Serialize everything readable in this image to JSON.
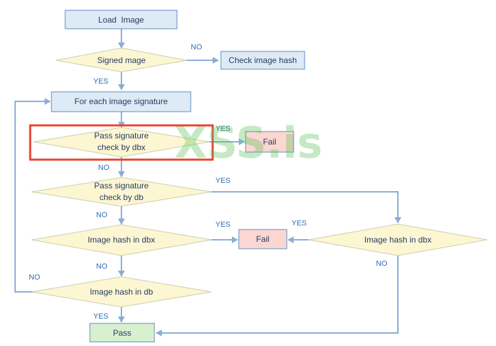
{
  "nodes": {
    "load_image": "Load  Image",
    "signed_image": "Signed mage",
    "check_image_hash": "Check image hash",
    "for_each_signature": "For each image signature",
    "pass_sig_dbx_line1": "Pass signature",
    "pass_sig_dbx_line2": "check by dbx",
    "fail_top": "Fail",
    "pass_sig_db_line1": "Pass signature",
    "pass_sig_db_line2": "check by db",
    "image_hash_dbx_left": "Image hash in dbx",
    "fail_mid": "Fail",
    "image_hash_dbx_right": "Image hash in dbx",
    "image_hash_db": "Image hash in db",
    "pass": "Pass"
  },
  "edge_labels": {
    "signed_no": "NO",
    "signed_yes": "YES",
    "dbx_yes": "YES",
    "dbx_no": "NO",
    "db_yes": "YES",
    "db_no": "NO",
    "hashdbx_left_yes": "YES",
    "hashdbx_left_no": "NO",
    "hashdbx_right_yes": "YES",
    "hashdbx_right_no": "NO",
    "hashdb_no": "NO",
    "hashdb_yes": "YES"
  },
  "watermark": "XSS.is",
  "colors": {
    "process_fill": "#deeaf6",
    "process_stroke": "#5b8cc0",
    "decision_fill": "#fdf6d3",
    "decision_stroke": "#c8cfa8",
    "fail_fill": "#fbd6d2",
    "fail_stroke": "#5b8cc0",
    "pass_fill": "#d8f0cf",
    "pass_stroke": "#5b8cc0",
    "arrow": "#8aaed6",
    "highlight": "#e8432e"
  }
}
